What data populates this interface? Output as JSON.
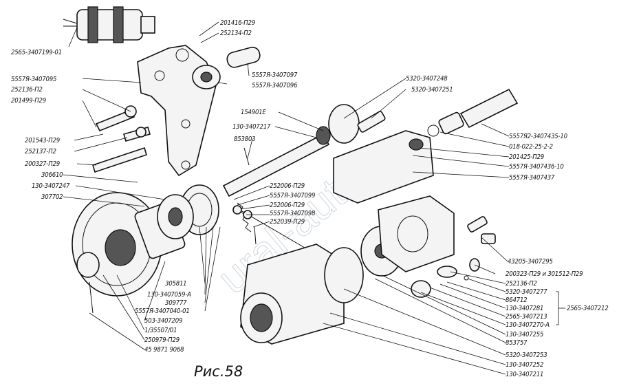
{
  "caption": "Рис.58",
  "watermark": "ural-auto.ru",
  "labels": {
    "l_2565_3407199_01": "2565-3407199-01",
    "l_201416_p29": "201416-П29",
    "l_252134_p2": "252134-П2",
    "l_5557p_3407095": "5557Я-3407095",
    "l_252136_p2_a": "252136-П2",
    "l_201499_p29": "201499-П29",
    "l_201543_p29": "201543-П29",
    "l_252137_p2": "252137-П2",
    "l_200327_p29": "200327-П29",
    "l_306610": "306610",
    "l_130_3407247": "130-3407247",
    "l_307702": "307702",
    "l_5557p_3407097": "5557Я-3407097",
    "l_5557p_3407096": "5557Я-3407096",
    "l_5320_3407248": "5320-3407248",
    "l_5320_3407251": "5320-3407251",
    "l_154901e": "154901Е",
    "l_130_3407217": "130-3407217",
    "l_853803": "853803",
    "l_5557p2_3407435_10": "5557Я2-3407435-10",
    "l_018_022": "018-022-25-2-2",
    "l_201425_p29": "201425-П29",
    "l_5557p_3407436_10": "5557Я-3407436-10",
    "l_5557p_3407437": "5557Я-3407437",
    "l_252006_p29_a": "252006-П29",
    "l_5557p_3407099": "5557Я-3407099",
    "l_252006_p29_b": "252006-П29",
    "l_5557p_3407098": "5557Я-3407098",
    "l_252039_p29": "252039-П29",
    "l_43205_3407295": "43205-3407295",
    "l_200323": "200323-П29 и 301512-П29",
    "l_252136_p2_b": "252136-П2",
    "l_5320_3407277": "5320-3407277",
    "l_864712": "864712",
    "l_130_3407281": "130-3407281",
    "l_2565_3407213": "2565-3407213",
    "l_130_3407270_a": "130-3407270-А",
    "l_2565_3407212": "2565-3407212",
    "l_130_3407255": "130-3407255",
    "l_853757": "853757",
    "l_305811": "305811",
    "l_130_3407059_a": "130-3407059-А",
    "l_309777": "309777",
    "l_5557p_3407040_01": "5557Я-3407040-01",
    "l_503_3407209": "503-3407209",
    "l_1_35507_01": "1/35507/01",
    "l_250979_p29": "250979-П29",
    "l_45_9871_9068": "45 9871 9068",
    "l_5320_3407253": "5320-3407253",
    "l_130_3407252": "130-3407252",
    "l_130_3407211": "130-3407211"
  }
}
